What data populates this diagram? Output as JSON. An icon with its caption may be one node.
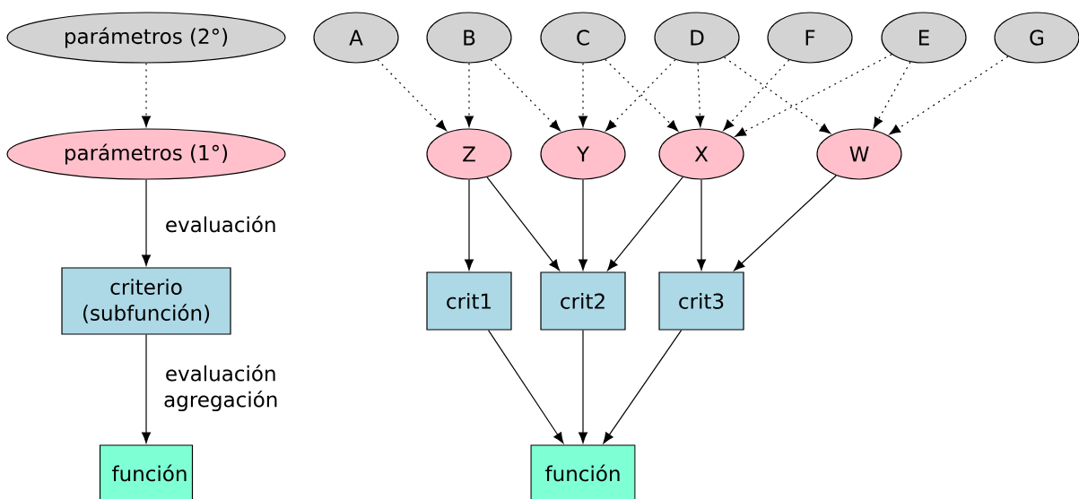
{
  "diagram": {
    "nodes": [
      {
        "text": [
          "parámetros (2°)"
        ]
      },
      {
        "text": [
          "parámetros (1°)"
        ]
      },
      {
        "text": [
          "criterio (subfunción)"
        ]
      },
      {
        "text": [
          "función"
        ]
      },
      {
        "text": [
          "A"
        ]
      },
      {
        "text": [
          "B"
        ]
      },
      {
        "text": [
          "C"
        ]
      },
      {
        "text": [
          "D"
        ]
      },
      {
        "text": [
          "F"
        ]
      },
      {
        "text": [
          "E"
        ]
      },
      {
        "text": [
          "G"
        ]
      },
      {
        "text": [
          "Z"
        ]
      },
      {
        "text": [
          "Y"
        ]
      },
      {
        "text": [
          "X"
        ]
      },
      {
        "text": [
          "W"
        ]
      },
      {
        "text": [
          "crit1"
        ]
      },
      {
        "text": [
          "crit2"
        ]
      },
      {
        "text": [
          "crit3"
        ]
      },
      {
        "text": [
          "función"
        ]
      }
    ],
    "edges": [
      {
        "from": 0,
        "to": 1,
        "arrow": "to",
        "style": "dashed"
      },
      {
        "from": 1,
        "to": 2,
        "arrow": "to",
        "label": "evaluación"
      },
      {
        "from": 2,
        "to": 3,
        "arrow": "to",
        "label": "evaluación agregación"
      },
      {
        "from": 4,
        "to": 11,
        "arrow": "to",
        "style": "dashed"
      },
      {
        "from": 5,
        "to": 11,
        "arrow": "to",
        "style": "dashed"
      },
      {
        "from": 5,
        "to": 12,
        "arrow": "to",
        "style": "dashed"
      },
      {
        "from": 6,
        "to": 12,
        "arrow": "to",
        "style": "dashed"
      },
      {
        "from": 6,
        "to": 13,
        "arrow": "to",
        "style": "dashed"
      },
      {
        "from": 7,
        "to": 12,
        "arrow": "to",
        "style": "dashed"
      },
      {
        "from": 7,
        "to": 13,
        "arrow": "to",
        "style": "dashed"
      },
      {
        "from": 7,
        "to": 14,
        "arrow": "to",
        "style": "dashed"
      },
      {
        "from": 8,
        "to": 13,
        "arrow": "to",
        "style": "dashed"
      },
      {
        "from": 9,
        "to": 13,
        "arrow": "to",
        "style": "dashed"
      },
      {
        "from": 9,
        "to": 14,
        "arrow": "to",
        "style": "dashed"
      },
      {
        "from": 10,
        "to": 14,
        "arrow": "to",
        "style": "dashed"
      },
      {
        "from": 11,
        "to": 15,
        "arrow": "to"
      },
      {
        "from": 11,
        "to": 16,
        "arrow": "to"
      },
      {
        "from": 12,
        "to": 16,
        "arrow": "to"
      },
      {
        "from": 13,
        "to": 16,
        "arrow": "to"
      },
      {
        "from": 13,
        "to": 17,
        "arrow": "to"
      },
      {
        "from": 14,
        "to": 17,
        "arrow": "to"
      },
      {
        "from": 15,
        "to": 18,
        "arrow": "to"
      },
      {
        "from": 16,
        "to": 18,
        "arrow": "to"
      },
      {
        "from": 17,
        "to": 18,
        "arrow": "to"
      }
    ]
  }
}
